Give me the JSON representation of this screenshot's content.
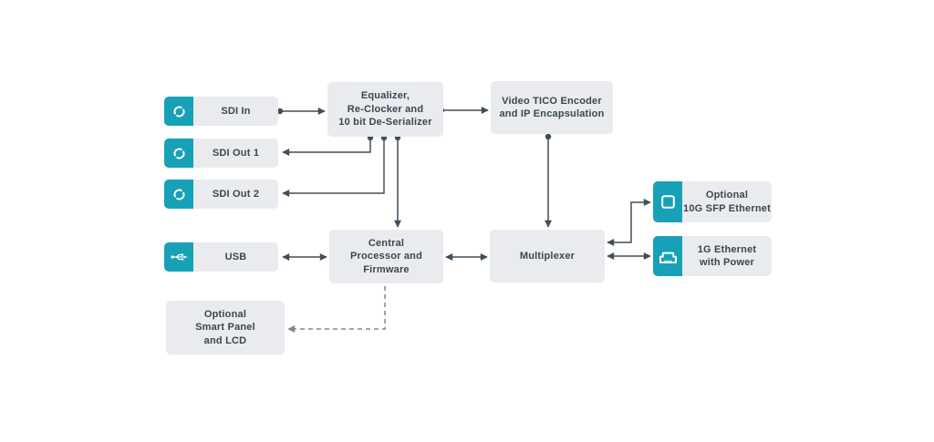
{
  "title": "SDI to IP converter block diagram",
  "colors": {
    "accent_teal": "#17a1b7",
    "block_gray": "#e9ebee",
    "text_dark": "#3a4750",
    "line_dark": "#414e58",
    "dashed_gray": "#7d878f",
    "background": "#ffffff"
  },
  "nodes": {
    "sdi_in": {
      "label": "SDI In",
      "icon": "bnc-connector-icon"
    },
    "sdi_out_1": {
      "label": "SDI Out 1",
      "icon": "bnc-connector-icon"
    },
    "sdi_out_2": {
      "label": "SDI Out 2",
      "icon": "bnc-connector-icon"
    },
    "usb": {
      "label": "USB",
      "icon": "usb-icon"
    },
    "equalizer": {
      "label": "Equalizer,\nRe-Clocker and\n10 bit De-Serializer"
    },
    "video_tico": {
      "label": "Video TICO Encoder\nand IP Encapsulation"
    },
    "central_processor": {
      "label": "Central\nProcessor and\nFirmware"
    },
    "multiplexer": {
      "label": "Multiplexer"
    },
    "sfp_ethernet": {
      "label": "Optional\n10G SFP Ethernet",
      "icon": "sfp-module-icon"
    },
    "ethernet_1g": {
      "label": "1G Ethernet\nwith Power",
      "icon": "ethernet-port-icon"
    },
    "smart_panel": {
      "label": "Optional\nSmart Panel\nand LCD"
    }
  },
  "connections": [
    {
      "from": "sdi_in",
      "to": "equalizer",
      "direction": "one-way",
      "style": "solid"
    },
    {
      "from": "equalizer",
      "to": "video_tico",
      "direction": "one-way",
      "style": "solid"
    },
    {
      "from": "equalizer",
      "to": "sdi_out_1",
      "direction": "one-way",
      "style": "solid"
    },
    {
      "from": "equalizer",
      "to": "sdi_out_2",
      "direction": "one-way",
      "style": "solid"
    },
    {
      "from": "equalizer",
      "to": "central_processor",
      "direction": "one-way",
      "style": "solid"
    },
    {
      "from": "video_tico",
      "to": "multiplexer",
      "direction": "one-way",
      "style": "solid"
    },
    {
      "from": "usb",
      "to": "central_processor",
      "direction": "two-way",
      "style": "solid"
    },
    {
      "from": "central_processor",
      "to": "multiplexer",
      "direction": "two-way",
      "style": "solid"
    },
    {
      "from": "multiplexer",
      "to": "sfp_ethernet",
      "direction": "two-way",
      "style": "solid"
    },
    {
      "from": "multiplexer",
      "to": "ethernet_1g",
      "direction": "two-way",
      "style": "solid"
    },
    {
      "from": "central_processor",
      "to": "smart_panel",
      "direction": "one-way",
      "style": "dashed"
    }
  ]
}
